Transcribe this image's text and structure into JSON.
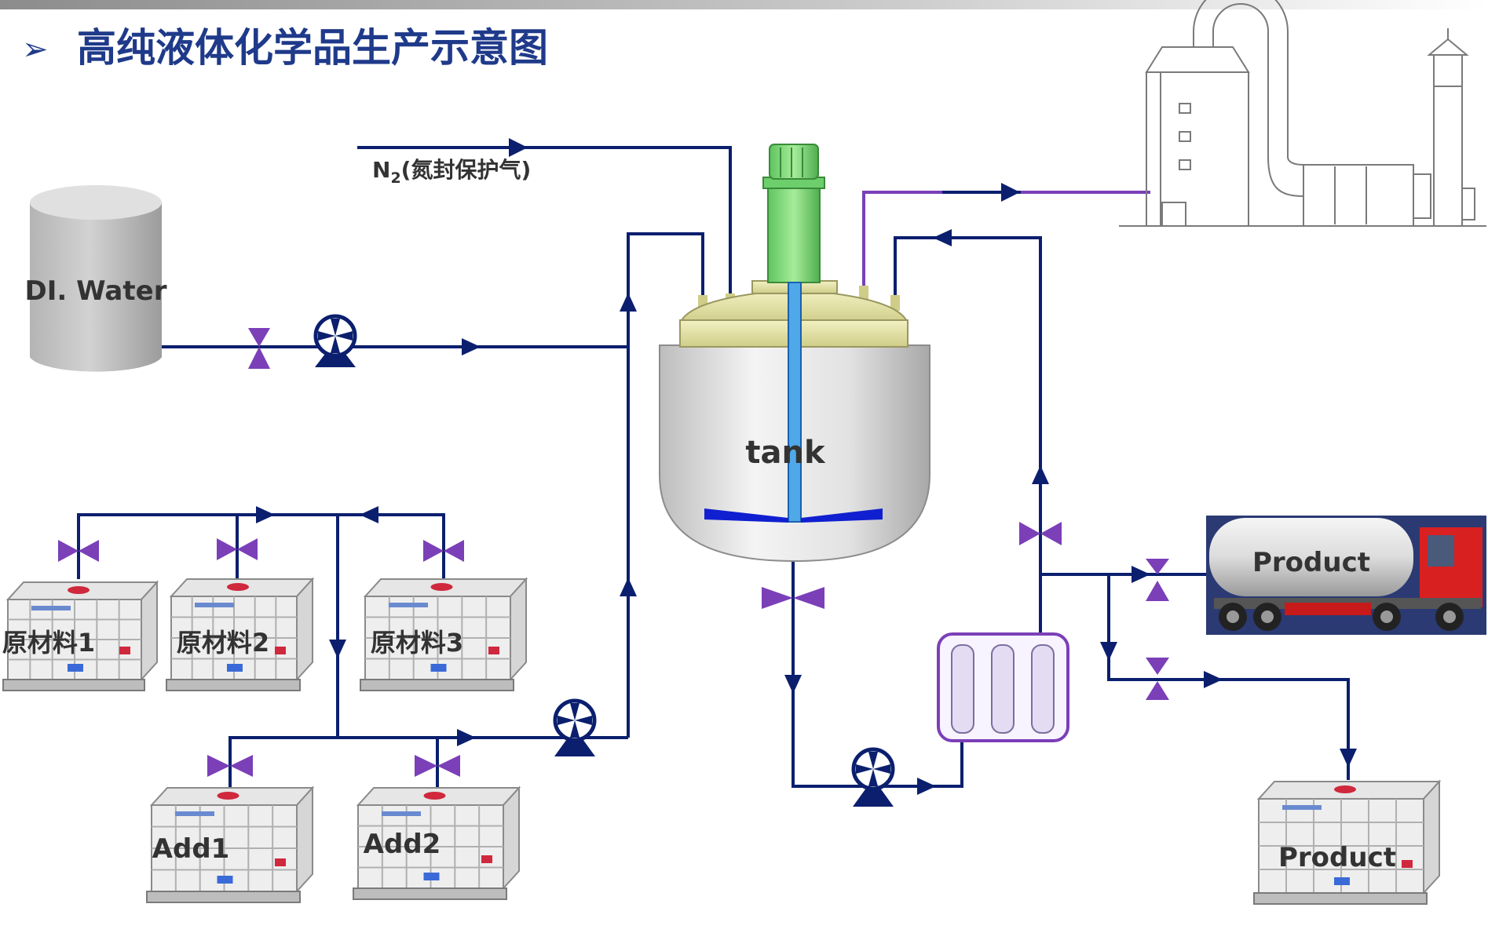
{
  "title": "高纯液体化学品生产示意图",
  "title_marker": "➢",
  "colors": {
    "pipe": "#0b1f6e",
    "valve": "#7b3fb8",
    "vent_pipe": "#7b3fb8",
    "title": "#1f3a8a",
    "motor": "#7fdc7f",
    "tank_lid": "#e8e7a8",
    "shaft": "#4fa8e8",
    "impeller": "#1020d0",
    "truck_cab": "#d82020"
  },
  "labels": {
    "n2": "N",
    "n2_sub": "2",
    "n2_note": "(氮封保护气)",
    "di_water": "DI. Water",
    "tank": "tank",
    "raw1": "原材料1",
    "raw2": "原材料2",
    "raw3": "原材料3",
    "add1": "Add1",
    "add2": "Add2",
    "product_truck": "Product",
    "product_ibc": "Product"
  },
  "icons": {
    "pump": "pump-icon",
    "valve": "valve-icon",
    "arrow": "flow-arrow-icon",
    "filter": "filter-cartridge-icon",
    "scrubber": "exhaust-scrubber-icon"
  }
}
